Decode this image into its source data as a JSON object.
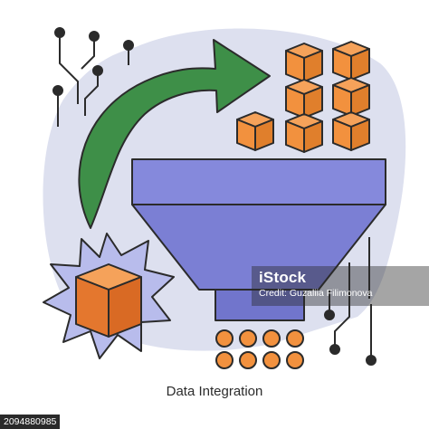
{
  "caption": "Data Integration",
  "watermark": {
    "logo": "iStock",
    "credit": "Credit: Guzaliia Filimonova"
  },
  "image_id": "2094880985",
  "colors": {
    "blob": "#dde0ef",
    "arrow": "#3e8f48",
    "funnel": "#7b7fd4",
    "cube": "#f2913e",
    "cube_dark": "#d97a2a",
    "outline": "#2b2b2b",
    "gear": "#b8bcec"
  },
  "icons": [
    "circuit-lines-icon",
    "curved-arrow-icon",
    "cube-stack-icon",
    "funnel-icon",
    "gear-cube-icon",
    "output-dots-icon"
  ]
}
